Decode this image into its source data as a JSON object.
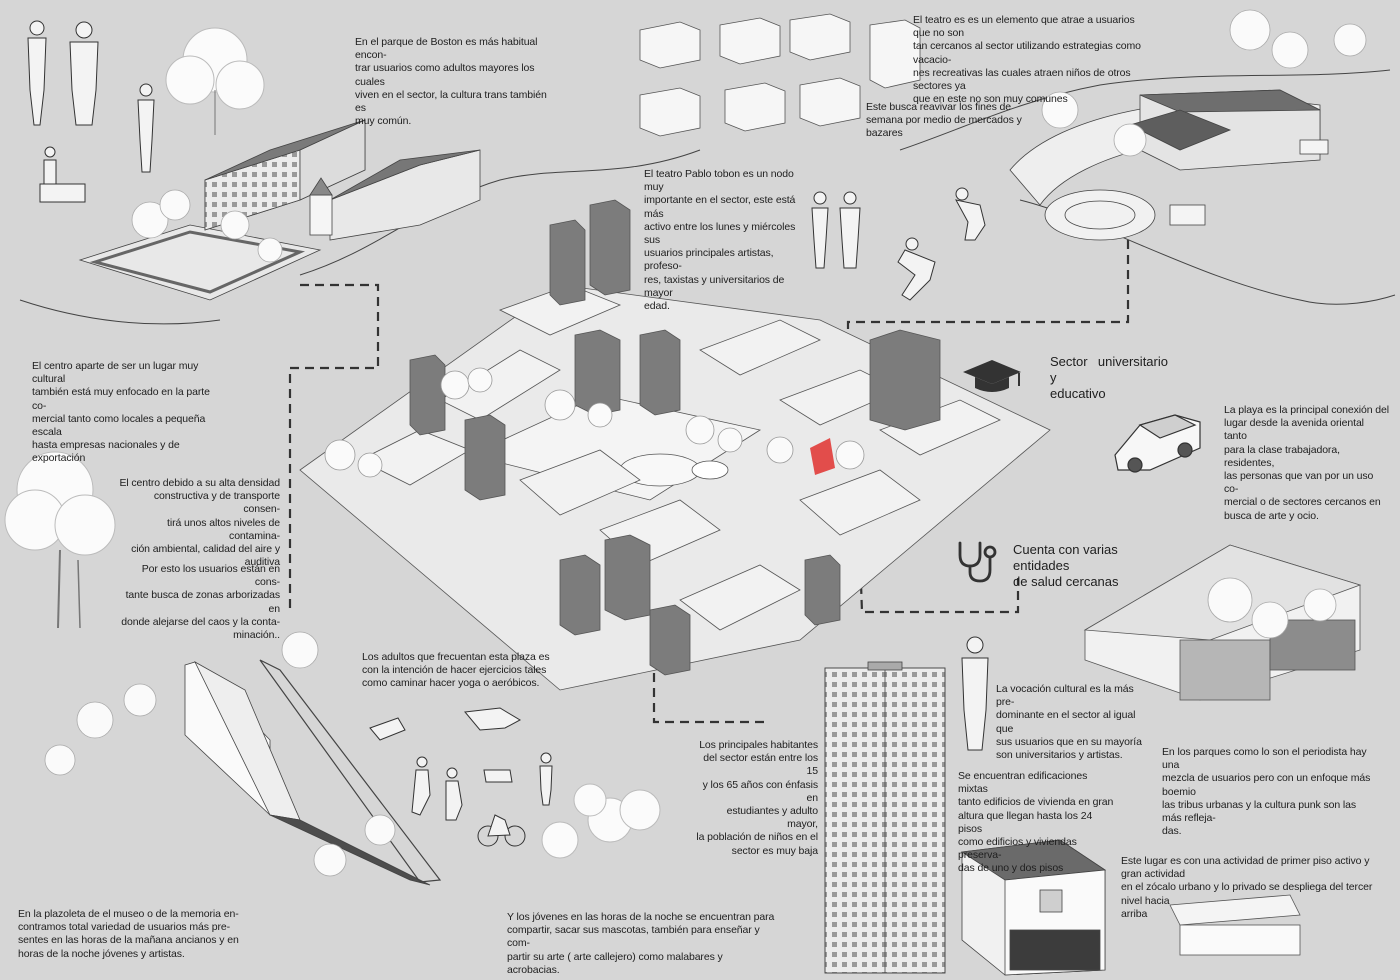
{
  "notes": {
    "boston": "En el parque de Boston es más habitual encon-\ntrar usuarios como adultos mayores los cuales\nviven en el sector, la cultura trans también es\nmuy común.",
    "teatro_vacaciones": "El teatro es es un elemento que atrae a usuarios que no son\ntan cercanos al sector utilizando estrategias como vacacio-\nnes recreativas las cuales atraen niños de otros sectores ya\nque en este no son muy comunes",
    "mercados": "Este busca reavivar los fines de\nsemana por medio de mercados y\nbazares",
    "pablo_tobon": "El teatro Pablo tobon es un nodo muy\nimportante en el sector, este está más\nactivo entre los lunes y miércoles sus\nusuarios principales artistas, profeso-\nres, taxistas y universitarios de mayor\nedad.",
    "centro_cultural": "El centro aparte de ser un lugar muy cultural\ntambién está muy enfocado en la parte co-\nmercial tanto como locales a pequeña escala\nhasta empresas nacionales y de exportación",
    "densidad": "El centro debido a su alta densidad\nconstructiva y de transporte consen-\ntirá unos altos niveles de contamina-\nción ambiental, calidad del aire y\nauditiva",
    "arborizadas": "Por esto los usuarios están en cons-\ntante busca de zonas arborizadas en\ndonde alejarse del caos y la conta-\nminación..",
    "adultos_plaza": "Los adultos que frecuentan esta plaza es\ncon la intención de hacer ejercicios tales\ncomo caminar hacer yoga o aeróbicos.",
    "playa": "La playa es la principal conexión del\nlugar desde la avenida oriental tanto\npara la clase trabajadora, residentes,\nlas personas que van por un uso co-\nmercial o de sectores cercanos en\nbusca de arte y ocio.",
    "vocacion": "La vocación cultural es la más pre-\ndominante en el sector al igual que\nsus usuarios que en su mayoría\nson universitarios y artistas.",
    "habitantes": "Los principales habitantes\ndel sector están entre los 15\ny los 65 años con énfasis en\nestudiantes y adulto mayor,\nla población de niños en el\nsector es muy baja",
    "periodista": "En los parques como lo son el periodista hay una\nmezcla de usuarios pero con un enfoque más boemio\nlas tribus urbanas y la cultura punk son las más refleja-\ndas.",
    "edificaciones": "Se encuentran edificaciones mixtas\ntanto edificios de vivienda en gran\naltura que llegan hasta los 24 pisos\ncomo edificios y viviendas preserva-\ndas de uno y dos pisos",
    "primer_piso": "Este lugar es con una actividad de primer piso activo y gran actividad\nen el zócalo urbano y lo privado se despliega del tercer nivel hacia\narriba",
    "plazoleta": "En la plazoleta de el museo o de la memoria en-\ncontramos total variedad de usuarios más pre-\nsentes en las horas de la mañana ancianos y en\nhoras de la noche jóvenes y artistas.",
    "jovenes": "Y los jóvenes en las horas de la noche se encuentran para\ncompartir, sacar sus mascotas, también para enseñar y com-\npartir su arte ( arte callejero) como malabares y acrobacias."
  },
  "labels": {
    "universitario": "Sector universitario y\neducativo",
    "salud": "Cuenta con varias entidades\nde salud cercanas"
  },
  "icons": {
    "graduation": "graduation-cap-icon",
    "stethoscope": "stethoscope-icon"
  },
  "colors": {
    "background": "#d6d6d6",
    "lines": "#3a3a3a",
    "highlight": "#e0312f"
  }
}
